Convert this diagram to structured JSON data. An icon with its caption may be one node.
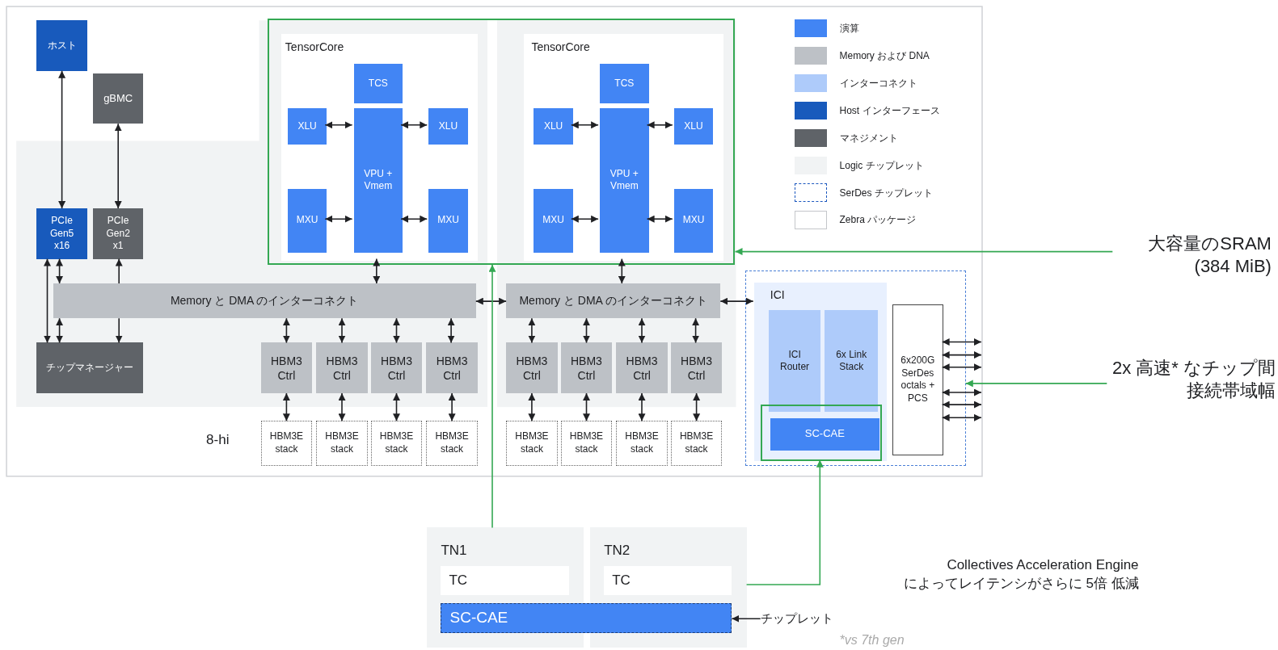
{
  "diagram": {
    "nodes": [
      {
        "text": [
          "ホスト"
        ]
      },
      {
        "text": [
          "gBMC"
        ]
      },
      {
        "text": [
          "PCIe Gen5 x16"
        ]
      },
      {
        "text": [
          "PCIe Gen2 x1"
        ]
      },
      {
        "text": [
          "Memory と DMA のインターコネクト"
        ]
      },
      {
        "text": [
          "チップマネージャー"
        ]
      },
      {
        "text": [],
        "shape": "box"
      },
      {
        "text": [
          "TensorCore"
        ],
        "in": 6
      },
      {
        "text": [
          "TCS"
        ],
        "in": 7
      },
      {
        "text": [
          "XLU"
        ],
        "in": 7
      },
      {
        "text": [
          "XLU"
        ],
        "in": 7
      },
      {
        "text": [
          "VPU + Vmem"
        ],
        "in": 7
      },
      {
        "text": [
          "MXU"
        ],
        "in": 7
      },
      {
        "text": [
          "MXU"
        ],
        "in": 7
      },
      {
        "text": [
          "TensorCore"
        ],
        "in": 6
      },
      {
        "text": [
          "TCS"
        ],
        "in": 14
      },
      {
        "text": [
          "XLU"
        ],
        "in": 14
      },
      {
        "text": [
          "XLU"
        ],
        "in": 14
      },
      {
        "text": [
          "VPU + Vmem"
        ],
        "in": 14
      },
      {
        "text": [
          "MXU"
        ],
        "in": 14
      },
      {
        "text": [
          "MXU"
        ],
        "in": 14
      },
      {
        "text": [
          "Memory と DMA のインターコネクト"
        ]
      },
      {
        "text": [
          "HBM3 Ctrl"
        ]
      },
      {
        "text": [
          "HBM3 Ctrl"
        ]
      },
      {
        "text": [
          "HBM3 Ctrl"
        ]
      },
      {
        "text": [
          "HBM3 Ctrl"
        ]
      },
      {
        "text": [
          "HBM3 Ctrl"
        ]
      },
      {
        "text": [
          "HBM3 Ctrl"
        ]
      },
      {
        "text": [
          "HBM3 Ctrl"
        ]
      },
      {
        "text": [
          "HBM3 Ctrl"
        ]
      },
      {
        "text": [
          "HBM3E stack"
        ]
      },
      {
        "text": [
          "HBM3E stack"
        ]
      },
      {
        "text": [
          "HBM3E stack"
        ]
      },
      {
        "text": [
          "HBM3E stack"
        ]
      },
      {
        "text": [
          "HBM3E stack"
        ]
      },
      {
        "text": [
          "HBM3E stack"
        ]
      },
      {
        "text": [
          "HBM3E stack"
        ]
      },
      {
        "text": [
          "HBM3E stack"
        ]
      },
      {
        "text": [],
        "shape": "box"
      },
      {
        "text": [
          "ICI"
        ],
        "in": 38
      },
      {
        "text": [
          "ICI Router"
        ],
        "in": 39
      },
      {
        "text": [
          "6x Link Stack"
        ],
        "in": 39
      },
      {
        "text": [],
        "shape": "box",
        "in": 39
      },
      {
        "text": [
          "SC-CAE"
        ],
        "in": 42
      },
      {
        "text": [
          "6x200G SerDes octals + PCS"
        ],
        "in": 38
      },
      {
        "text": [
          "TN1"
        ]
      },
      {
        "text": [
          "TC"
        ],
        "in": 45
      },
      {
        "text": [
          "TN2"
        ]
      },
      {
        "text": [
          "TC"
        ],
        "in": 47
      },
      {
        "text": [
          "SC-CAE"
        ]
      },
      {
        "text": [
          "チップレット"
        ]
      },
      {
        "text": [
          "大容量のSRAM (384 MiB)"
        ]
      },
      {
        "text": [
          "2x 高速* なチップ間接続帯域幅"
        ]
      }
    ],
    "edges": [
      {
        "from": 0,
        "to": 2,
        "arrow": "both"
      },
      {
        "from": 1,
        "to": 3,
        "arrow": "both"
      },
      {
        "from": 2,
        "to": 5,
        "arrow": "both"
      },
      {
        "from": 2,
        "to": 4,
        "arrow": "both"
      },
      {
        "from": 4,
        "to": 5,
        "arrow": "both"
      },
      {
        "from": 4,
        "to": 3,
        "arrow": "to"
      },
      {
        "from": 4,
        "to": 5,
        "arrow": "to"
      },
      {
        "from": 11,
        "to": 9,
        "arrow": "both"
      },
      {
        "from": 11,
        "to": 10,
        "arrow": "both"
      },
      {
        "from": 11,
        "to": 12,
        "arrow": "both"
      },
      {
        "from": 11,
        "to": 13,
        "arrow": "both"
      },
      {
        "from": 18,
        "to": 16,
        "arrow": "both"
      },
      {
        "from": 18,
        "to": 17,
        "arrow": "both"
      },
      {
        "from": 18,
        "to": 19,
        "arrow": "both"
      },
      {
        "from": 18,
        "to": 20,
        "arrow": "both"
      },
      {
        "from": 7,
        "to": 4,
        "arrow": "both"
      },
      {
        "from": 14,
        "to": 21,
        "arrow": "both"
      },
      {
        "from": 4,
        "to": 21,
        "arrow": "both"
      },
      {
        "from": 21,
        "to": 39,
        "arrow": "both"
      },
      {
        "from": 4,
        "to": 22,
        "arrow": "both"
      },
      {
        "from": 4,
        "to": 23,
        "arrow": "both"
      },
      {
        "from": 4,
        "to": 24,
        "arrow": "both"
      },
      {
        "from": 4,
        "to": 25,
        "arrow": "both"
      },
      {
        "from": 21,
        "to": 26,
        "arrow": "both"
      },
      {
        "from": 21,
        "to": 27,
        "arrow": "both"
      },
      {
        "from": 21,
        "to": 28,
        "arrow": "both"
      },
      {
        "from": 21,
        "to": 29,
        "arrow": "both"
      },
      {
        "from": 22,
        "to": 30,
        "arrow": "both"
      },
      {
        "from": 23,
        "to": 31,
        "arrow": "both"
      },
      {
        "from": 24,
        "to": 32,
        "arrow": "both"
      },
      {
        "from": 25,
        "to": 33,
        "arrow": "both"
      },
      {
        "from": 26,
        "to": 34,
        "arrow": "both"
      },
      {
        "from": 27,
        "to": 35,
        "arrow": "both"
      },
      {
        "from": 28,
        "to": 36,
        "arrow": "both"
      },
      {
        "from": 29,
        "to": 37,
        "arrow": "both"
      },
      {
        "from": 44,
        "to": null,
        "arrow": "both"
      },
      {
        "from": 44,
        "to": null,
        "arrow": "both"
      },
      {
        "from": 44,
        "to": null,
        "arrow": "both"
      },
      {
        "from": 44,
        "to": null,
        "arrow": "both"
      },
      {
        "from": 44,
        "to": null,
        "arrow": "both"
      },
      {
        "from": 44,
        "to": null,
        "arrow": "both"
      },
      {
        "from": 51,
        "to": 6,
        "arrow": "to",
        "color": "#34a853"
      },
      {
        "from": 52,
        "to": 38,
        "arrow": "to",
        "color": "#34a853"
      },
      {
        "from": 45,
        "to": 6,
        "arrow": "to",
        "color": "#34a853"
      },
      {
        "from": 47,
        "to": 42,
        "arrow": "to",
        "color": "#34a853"
      },
      {
        "from": 50,
        "to": 49,
        "arrow": "to"
      }
    ],
    "labels": [
      "8-hi",
      "Collectives Acceleration Engine によってレイテンシがさらに 5倍 低減",
      "*vs 7th gen"
    ],
    "legend": [
      {
        "text": "演算",
        "color": "#4285f4"
      },
      {
        "text": "Memory および DNA",
        "color": "#bdc1c6"
      },
      {
        "text": "インターコネクト",
        "color": "#aecbfa"
      },
      {
        "text": "Host インターフェース",
        "color": "#185abc"
      },
      {
        "text": "マネジメント",
        "color": "#5f6368"
      },
      {
        "text": "Logic チップレット",
        "color": "#f1f3f4"
      },
      {
        "text": "SerDes チップレット"
      },
      {
        "text": "Zebra パッケージ"
      }
    ]
  }
}
